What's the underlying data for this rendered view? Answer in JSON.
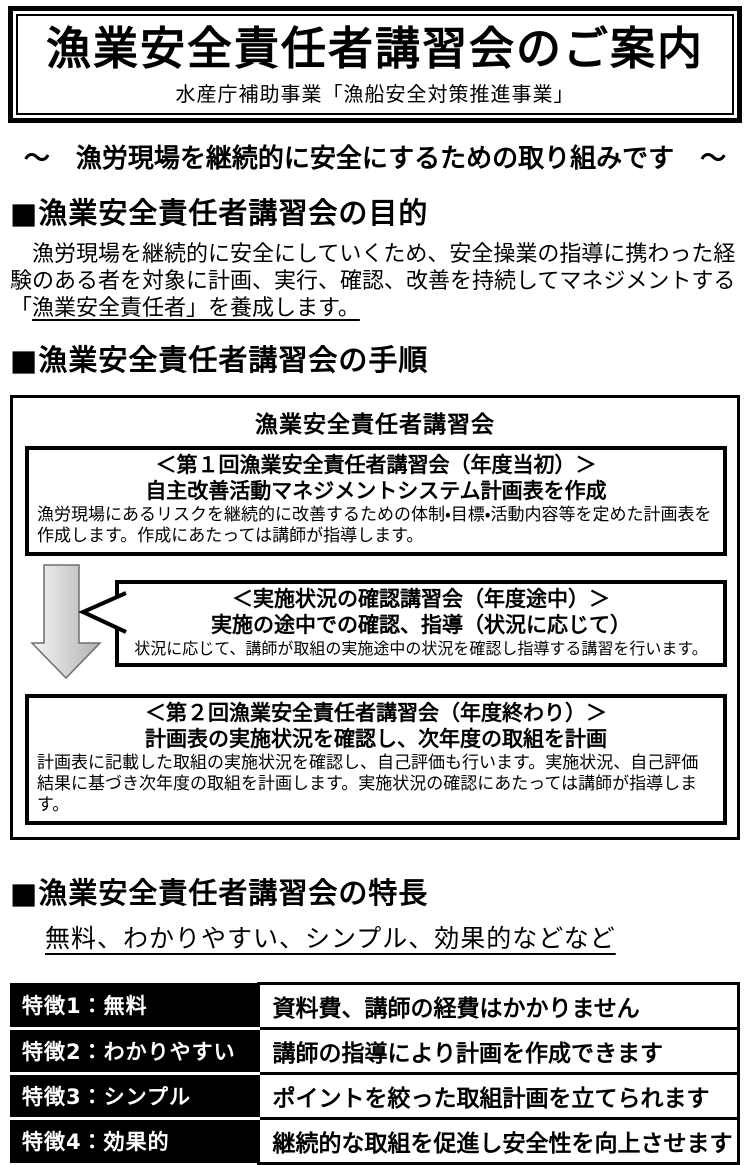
{
  "header": {
    "title": "漁業安全責任者講習会のご案内",
    "subtitle": "水産庁補助事業「漁船安全対策推進事業」"
  },
  "tagline": "～　漁労現場を継続的に安全にするための取り組みです　～",
  "purpose": {
    "heading": "■漁業安全責任者講習会の目的",
    "body_normal": "　漁労現場を継続的に安全にしていくため、安全操業の指導に携わった経験のある者を対象に計画、実行、確認、改善を持続してマネジメントする「",
    "body_underlined": "漁業安全責任者」を養成します。"
  },
  "procedure": {
    "heading": "■漁業安全責任者講習会の手順",
    "box_title": "漁業安全責任者講習会",
    "steps": [
      {
        "title": "＜第１回漁業安全責任者講習会（年度当初）＞",
        "subtitle": "自主改善活動マネジメントシステム計画表を作成",
        "description": "漁労現場にあるリスクを継続的に改善するための体制・目標・活動内容等を定めた計画表を作成します。作成にあたっては講師が指導します。"
      },
      {
        "title": "＜実施状況の確認講習会（年度途中）＞",
        "subtitle": "実施の途中での確認、指導（状況に応じて）",
        "description": "状況に応じて、講師が取組の実施途中の状況を確認し指導する講習を行います。"
      },
      {
        "title": "＜第２回漁業安全責任者講習会（年度終わり）＞",
        "subtitle": "計画表の実施状況を確認し、次年度の取組を計画",
        "description": "計画表に記載した取組の実施状況を確認し、自己評価も行います。実施状況、自己評価結果に基づき次年度の取組を計画します。実施状況の確認にあたっては講師が指導します。"
      }
    ]
  },
  "features": {
    "heading": "■漁業安全責任者講習会の特長",
    "summary": "無料、わかりやすい、シンプル、効果的などなど",
    "table": [
      {
        "label": "特徴1：無料",
        "description": "資料費、講師の経費はかかりません"
      },
      {
        "label": "特徴2：わかりやすい",
        "description": "講師の指導により計画を作成できます"
      },
      {
        "label": "特徴3：シンプル",
        "description": "ポイントを絞った取組計画を立てられます"
      },
      {
        "label": "特徴4：効果的",
        "description": "継続的な取組を促進し安全性を向上させます"
      }
    ]
  },
  "colors": {
    "text": "#000000",
    "background": "#ffffff",
    "table_label_bg": "#000000",
    "table_label_text": "#ffffff",
    "arrow_fill_light": "#f5f5f5",
    "arrow_fill_dark": "#b2b2b2",
    "arrow_stroke": "#6e6e6e"
  }
}
